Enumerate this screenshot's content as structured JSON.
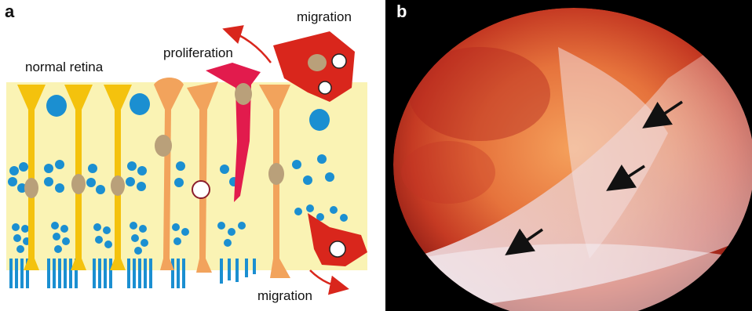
{
  "panel_a": {
    "letter": "a",
    "labels": {
      "normal_retina": "normal retina",
      "proliferation": "proliferation",
      "migration_top": "migration",
      "migration_bottom": "migration"
    },
    "colors": {
      "retina_band": "#faf3b4",
      "normal_cells": "#f4c20d",
      "reactive_cells": "#f2a35c",
      "proliferating_cell": "#e21b4d",
      "migrating_cells": "#d9261c",
      "nuclei_blue": "#1b8fd1",
      "arrows": "#d9261c"
    }
  },
  "panel_b": {
    "letter": "b",
    "arrow_icon": "black-arrow-icon"
  }
}
